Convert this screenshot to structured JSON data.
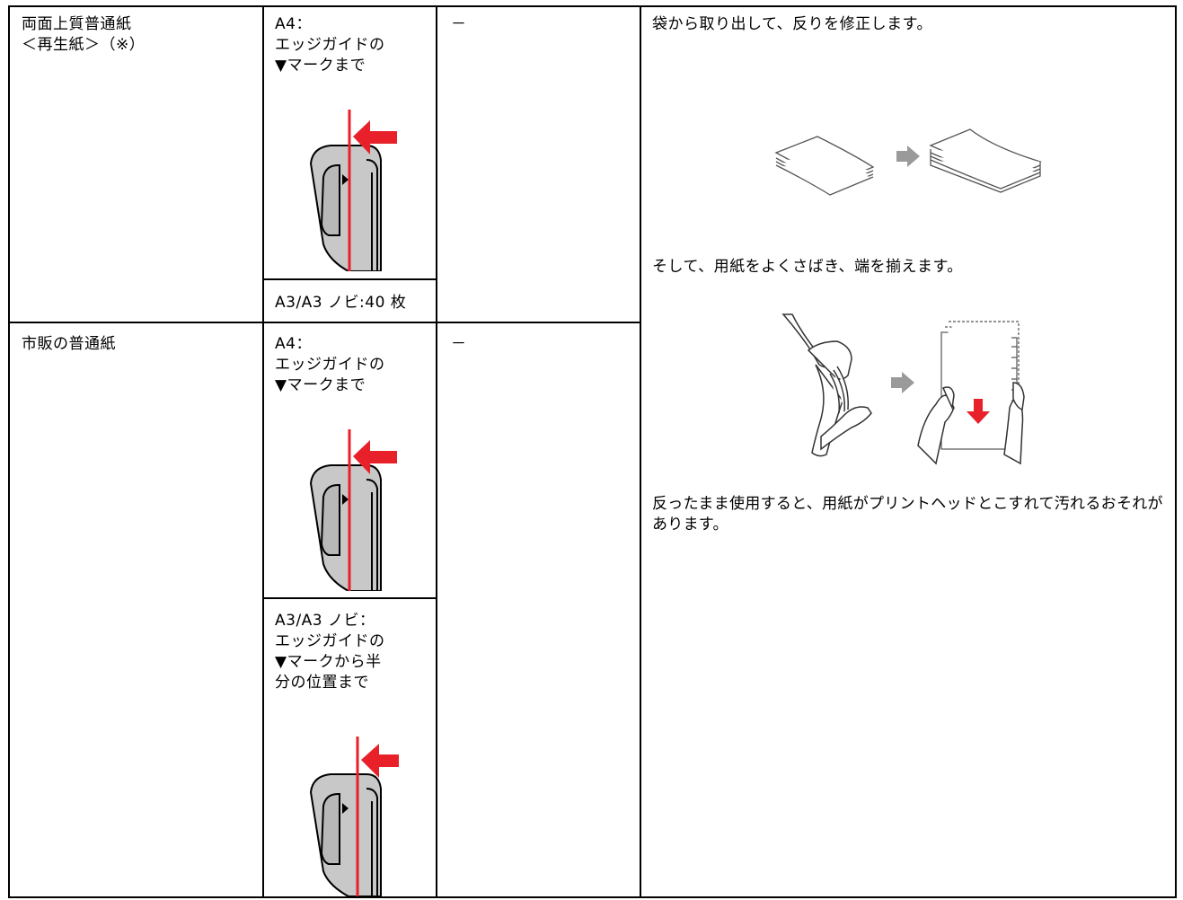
{
  "rows": [
    {
      "paper_type": "両面上質普通紙\n＜再生紙＞（※）",
      "a4_capacity": "A4：\nエッジガイドの\n▼マークまで",
      "a3_capacity": "A3/A3 ノビ:40 枚",
      "extra": "－"
    },
    {
      "paper_type": "市販の普通紙",
      "a4_capacity": "A4：\nエッジガイドの\n▼マークまで",
      "a3_capacity": "A3/A3 ノビ：\nエッジガイドの\n▼マークから半\n分の位置まで",
      "extra": "－"
    }
  ],
  "notes": {
    "step1": "袋から取り出して、反りを修正します。",
    "step2": "そして、用紙をよくさばき、端を揃えます。",
    "warning": "反ったまま使用すると、用紙がプリントヘッドとこすれて汚れるおそれがあります。"
  },
  "colors": {
    "guide_line": "#e8202a",
    "arrow": "#e8202a",
    "tray_fill": "#c8c8c8",
    "gray_arrow": "#9a9a9a"
  },
  "icons": {
    "edge_guide": "edge-guide-illustration",
    "curled_paper": "curled-paper-illustration",
    "fanning": "fanning-paper-illustration"
  }
}
